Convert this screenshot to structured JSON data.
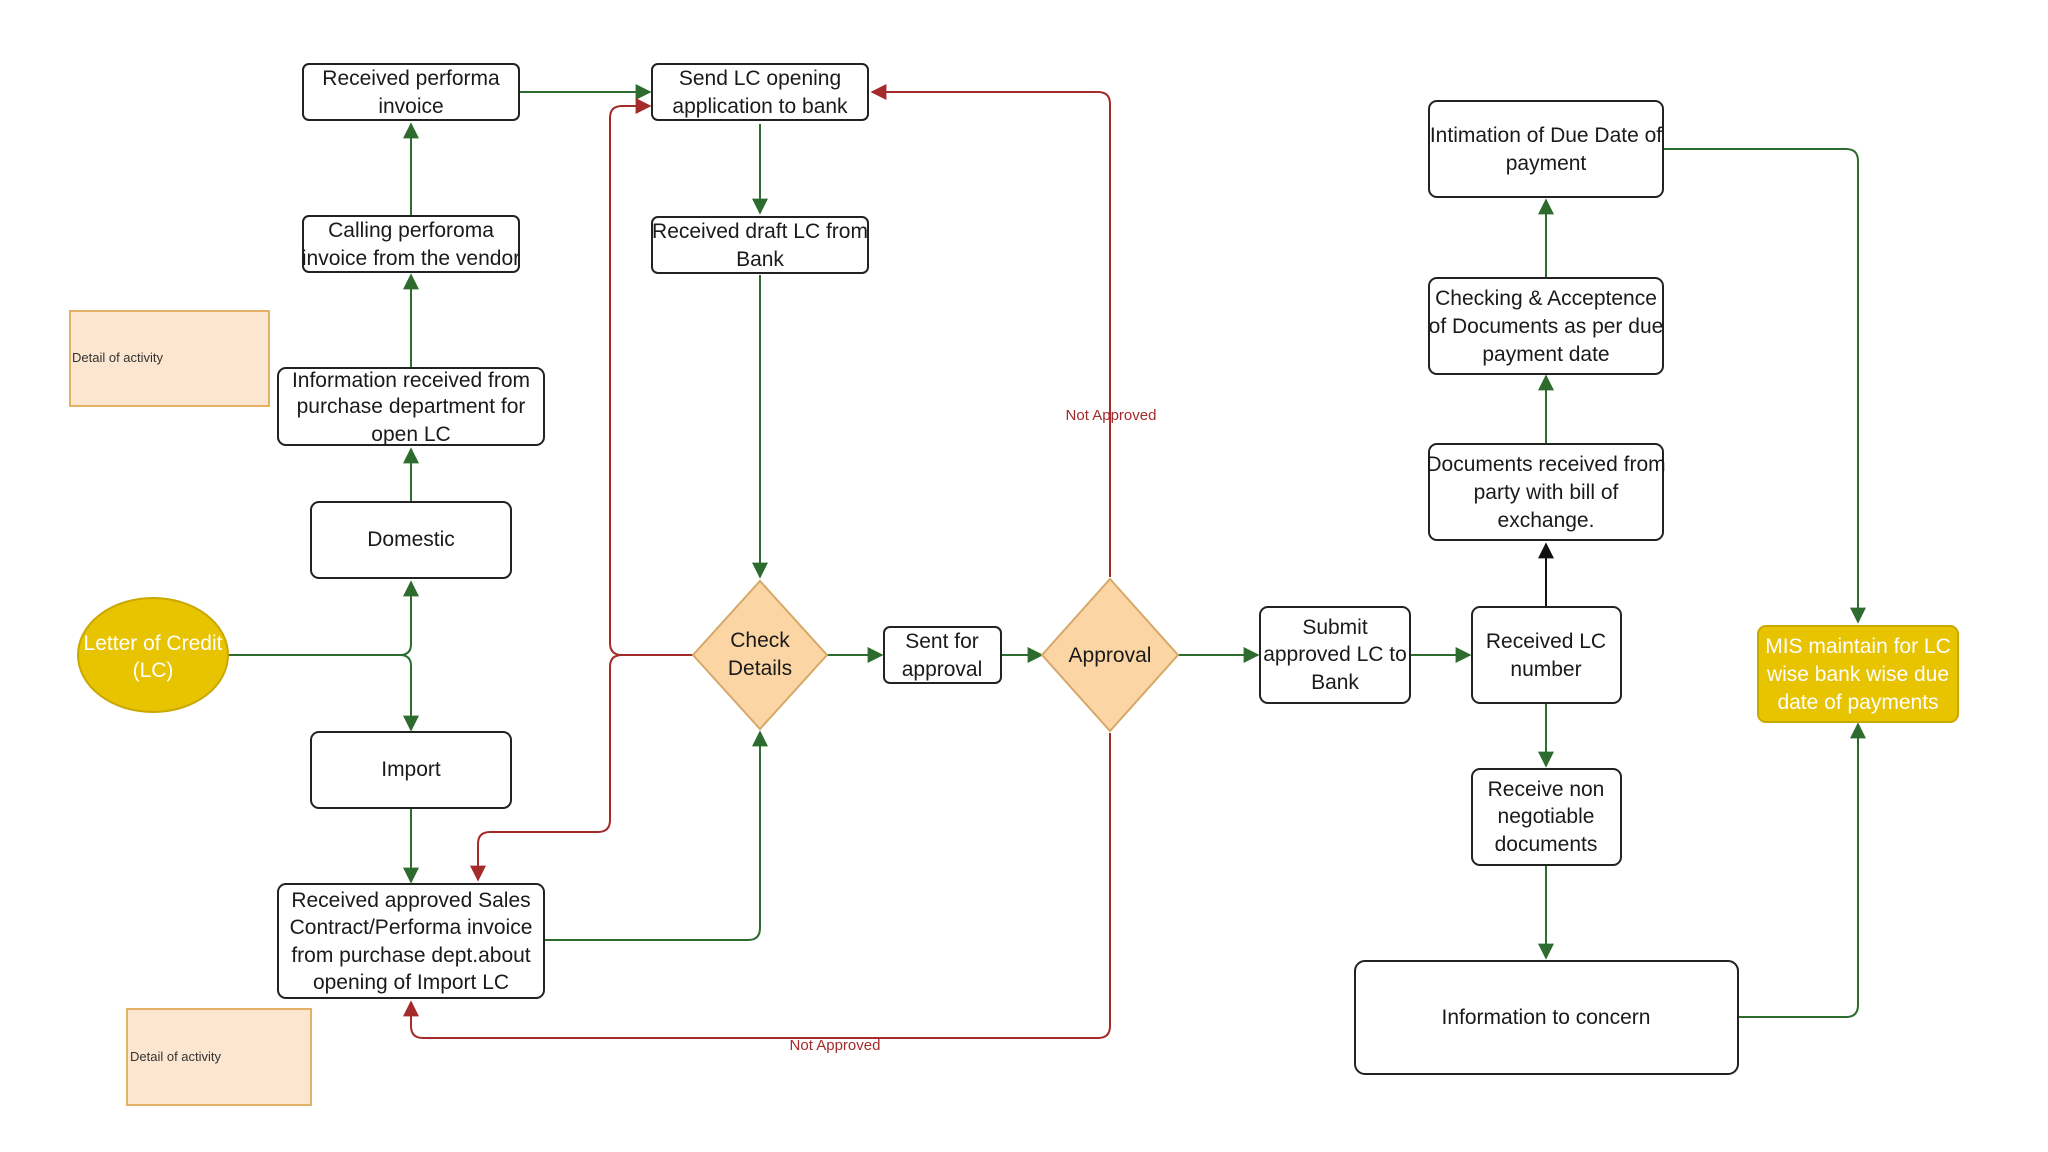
{
  "colors": {
    "flow_green": "#2e6b2e",
    "reject_red": "#a52a2a",
    "decision_fill": "#fbd6a4",
    "note_fill": "#fde6cf",
    "start_fill": "#e8c300"
  },
  "nodes": {
    "start": [
      "Letter of Credit",
      "(LC)"
    ],
    "domestic": [
      "Domestic"
    ],
    "import": [
      "Import"
    ],
    "info_purchase": [
      "Information received from",
      "purchase department for",
      "open LC"
    ],
    "calling_proforma": [
      "Calling perforoma",
      "invoice from the vendor"
    ],
    "received_proforma": [
      "Received performa",
      "invoice"
    ],
    "received_sales_contract": [
      "Received approved Sales",
      "Contract/Performa invoice",
      "from purchase dept.about",
      "opening of Import  LC"
    ],
    "send_lc_app": [
      "Send LC opening",
      "application to bank"
    ],
    "received_draft": [
      "Received draft LC from",
      "Bank"
    ],
    "check_details": [
      "Check",
      "Details"
    ],
    "sent_for_approval": [
      "Sent for",
      "approval"
    ],
    "approval": [
      "Approval"
    ],
    "submit_lc": [
      "Submit",
      "approved LC to",
      "Bank"
    ],
    "received_lc_number": [
      "Received LC",
      "number"
    ],
    "receive_non_negotiable": [
      "Receive non",
      "negotiable",
      "documents"
    ],
    "information_to_concern": [
      "Information to concern"
    ],
    "documents_received": [
      "Documents received from",
      "party with bill of",
      "exchange."
    ],
    "checking_acceptance": [
      "Checking & Acceptence",
      "of Documents as per due",
      "payment date"
    ],
    "intimation_due_date": [
      "Intimation of Due Date of",
      "payment"
    ],
    "mis_maintain": [
      "MIS maintain for LC",
      "wise bank wise due",
      "date of payments"
    ]
  },
  "notes": {
    "note_top": "Detail of activity",
    "note_bottom": "Detail of activity"
  },
  "edge_labels": {
    "not_approved_top": "Not Approved",
    "not_approved_bottom": "Not Approved"
  }
}
